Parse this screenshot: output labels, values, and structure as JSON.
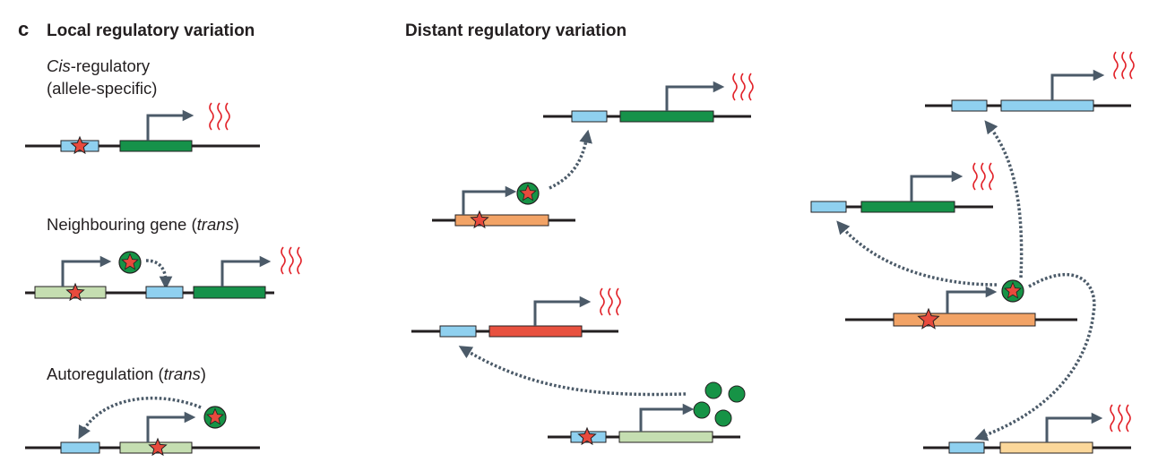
{
  "panel_letter": "c",
  "sections": {
    "local": {
      "title": "Local regulatory variation"
    },
    "distant": {
      "title": "Distant regulatory variation"
    }
  },
  "labels": {
    "cis_line1_prefix": "Cis",
    "cis_line1_suffix": "-regulatory",
    "cis_line2": "(allele-specific)",
    "neighbouring_prefix": "Neighbouring gene (",
    "neighbouring_italic": "trans",
    "neighbouring_suffix": ")",
    "autoreg_prefix": "Autoregulation (",
    "autoreg_italic": "trans",
    "autoreg_suffix": ")"
  },
  "colors": {
    "dna": "#231f20",
    "enhancer_blue": "#8fd0ef",
    "gene_green": "#16924a",
    "gene_light_green": "#c5deb1",
    "gene_orange": "#f2a366",
    "gene_red": "#e8513f",
    "gene_yellow": "#fbd79a",
    "star_red": "#e84a3d",
    "tf_green": "#169346",
    "arrow_grey": "#4b5a68",
    "squiggle": "#e2242b"
  }
}
